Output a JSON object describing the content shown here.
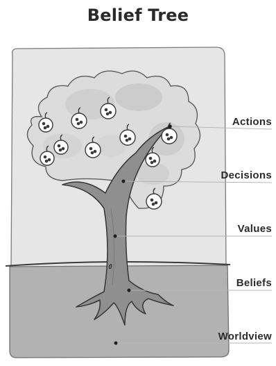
{
  "title": "Belief Tree",
  "labels": {
    "actions": "Actions",
    "decisions": "Decisions",
    "values": "Values",
    "beliefs": "Beliefs",
    "worldview": "Worldview"
  }
}
